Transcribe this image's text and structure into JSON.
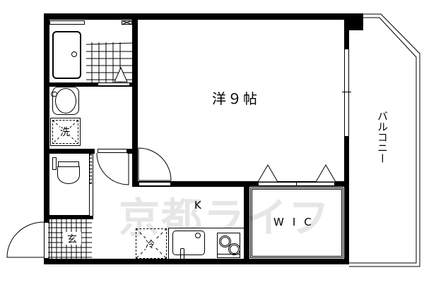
{
  "floorplan": {
    "rooms": {
      "western_room": {
        "label": "洋９帖",
        "type": "Western-style room",
        "size_jo": 9
      },
      "kitchen": {
        "label": "K"
      },
      "walk_in_closet": {
        "label": "WIC"
      },
      "balcony": {
        "label": "バルコニー"
      },
      "washing_machine": {
        "label": "洗"
      },
      "refrigerator": {
        "label": "冷"
      },
      "entrance": {
        "label": "玄"
      }
    },
    "fixtures": [
      "bathtub",
      "washbasin",
      "toilet",
      "kitchen-sink",
      "two-burner-stove",
      "washing-machine-space",
      "refrigerator-space"
    ],
    "watermark": "京都ライフ",
    "colors": {
      "walls": "#000000",
      "background": "#ffffff",
      "watermark": "#e6e6e6"
    }
  }
}
